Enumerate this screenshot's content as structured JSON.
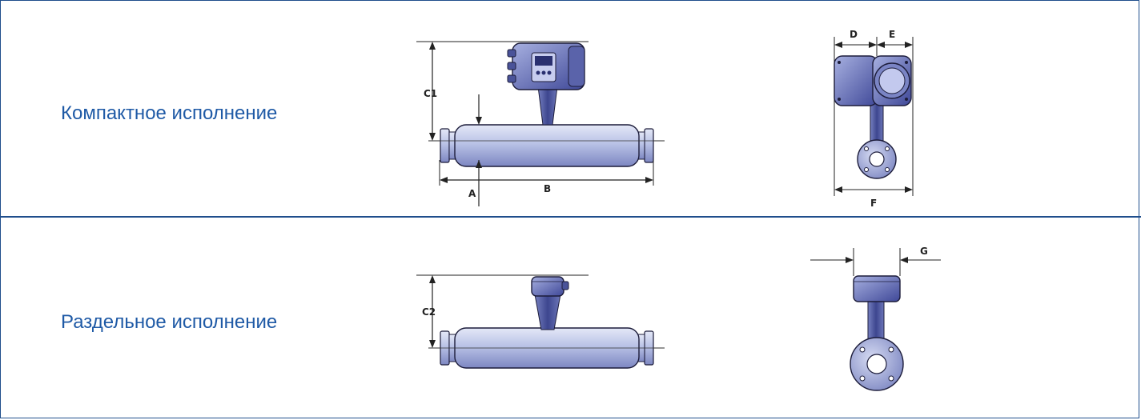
{
  "rows": [
    {
      "label": "Компактное исполнение",
      "side_dims": [
        "C1",
        "A",
        "B"
      ],
      "front_dims": [
        "D",
        "E",
        "F"
      ]
    },
    {
      "label": "Раздельное исполнение",
      "side_dims": [
        "C2"
      ],
      "front_dims": [
        "G"
      ]
    }
  ],
  "colors": {
    "border": "#1f4e8c",
    "label": "#1f5aa6",
    "body_fill": "#b9c2e6",
    "body_dark": "#6f79b8",
    "outline": "#1c1c3a"
  }
}
